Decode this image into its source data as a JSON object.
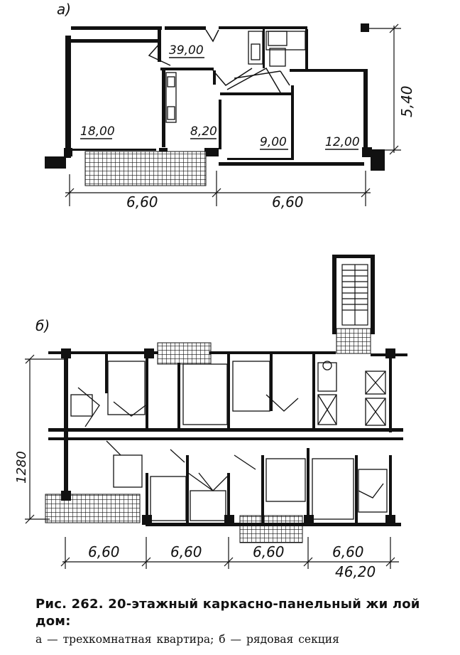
{
  "plan_a": {
    "label": "а)",
    "rooms": {
      "hall": "39,00",
      "living": "18,00",
      "kitchen": "8,20",
      "bedroom_small": "9,00",
      "bedroom_large": "12,00"
    },
    "dimensions": {
      "bay_left": "6,60",
      "bay_right": "6,60",
      "depth": "5,40"
    }
  },
  "plan_b": {
    "label": "б)",
    "dimensions": {
      "depth": "1280",
      "bay_1": "6,60",
      "bay_2": "6,60",
      "bay_3": "6,60",
      "bay_4": "6,60",
      "total": "46,20"
    }
  },
  "caption": {
    "title": "Рис. 262. 20-этажный каркасно-панельный жи лой дом:",
    "legend": "а — трехкомнатная квартира; б — рядовая секция"
  }
}
